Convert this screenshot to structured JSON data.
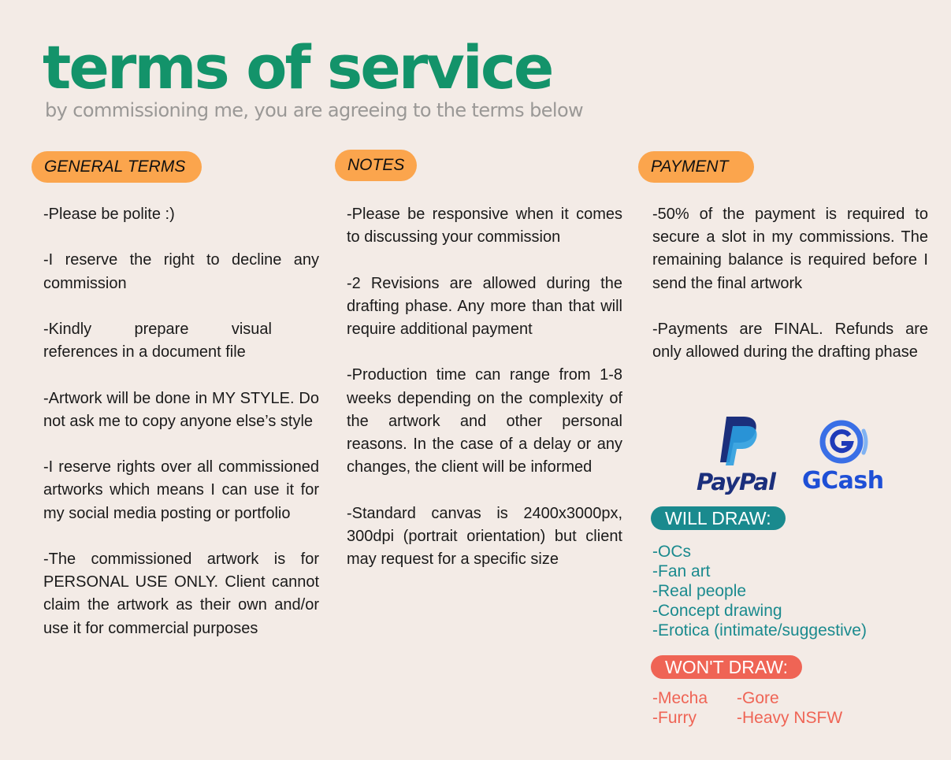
{
  "header": {
    "title": "terms of service",
    "subtitle": "by commissioning me, you are agreeing to the terms below"
  },
  "sections": {
    "general": {
      "label": "GENERAL TERMS",
      "items": [
        "-Please be polite :)",
        "-I reserve the right to decline any commission",
        "-Kindly prepare visual references in a document file",
        "-Artwork will be done in MY STYLE. Do not ask me to copy anyone else’s style",
        "-I reserve rights over all commissioned artworks which means I can use it for my social media posting or portfolio",
        "-The commissioned artwork is for PERSONAL USE ONLY. Client cannot claim the artwork as their own and/or use it for commercial purposes"
      ]
    },
    "notes": {
      "label": "NOTES",
      "items": [
        "-Please be responsive when it comes to discussing your commission",
        "-2 Revisions are allowed during the drafting phase. Any more than that will require additional payment",
        "-Production time can range from 1-8 weeks depending on the complexity of the artwork and other personal reasons. In the case of a delay or any changes, the client will be informed",
        "-Standard canvas is 2400x3000px, 300dpi (portrait orientation) but client may request for a specific size"
      ]
    },
    "payment": {
      "label": "PAYMENT",
      "items": [
        "-50% of the payment is required to secure a slot in my commissions. The remaining balance is required before I send the final artwork",
        "-Payments are FINAL. Refunds are only allowed during the drafting phase"
      ],
      "methods": [
        "PayPal",
        "GCash"
      ]
    }
  },
  "will_draw": {
    "label": "WILL DRAW:",
    "items": [
      "-OCs",
      "-Fan art",
      "-Real people",
      "-Concept drawing",
      "-Erotica (intimate/suggestive)"
    ]
  },
  "wont_draw": {
    "label": "WON'T DRAW:",
    "items": [
      "-Mecha",
      "-Gore",
      "-Furry",
      "-Heavy NSFW"
    ]
  },
  "colors": {
    "title": "#13936a",
    "pill": "#fba54d",
    "will": "#1a8a8e",
    "wont": "#ef6455",
    "paypal_dark": "#1b2f7c",
    "paypal_light": "#2b9fe0",
    "gcash": "#1e4fd6"
  }
}
